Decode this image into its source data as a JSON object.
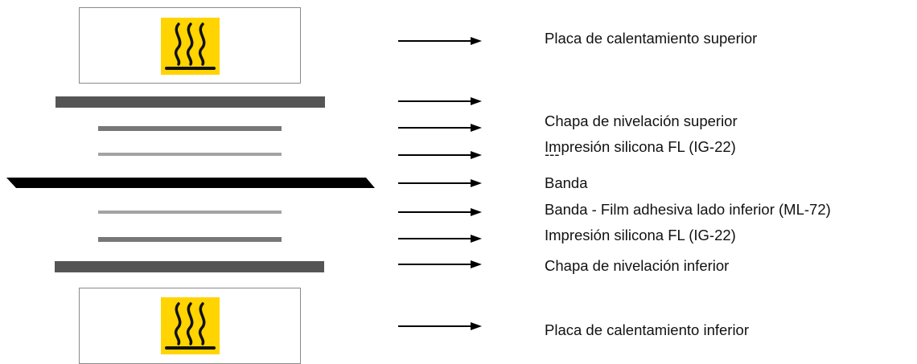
{
  "diagram": {
    "labels": {
      "upper_heating_plate": "Placa de calentamiento superior",
      "upper_leveling_sheet": "Chapa de nivelación superior",
      "upper_silicone_print": "Impresión silicona FL (IG-22)",
      "upper_placeholder": "---",
      "belt": "Banda",
      "belt_adhesive_film": "Banda - Film adhesiva lado inferior (ML-72)",
      "lower_silicone_print": "Impresión silicona FL (IG-22)",
      "lower_leveling_sheet": "Chapa de nivelación inferior",
      "lower_heating_plate": "Placa de calentamiento inferior"
    },
    "icons": {
      "heating": "hot-surface-warning-icon"
    },
    "colors": {
      "warning_yellow": "#ffd400",
      "leveling_sheet": "#555555",
      "silicone_print": "#777777",
      "light_layer": "#a3a3a3",
      "belt": "#000000",
      "arrow": "#000000"
    }
  }
}
